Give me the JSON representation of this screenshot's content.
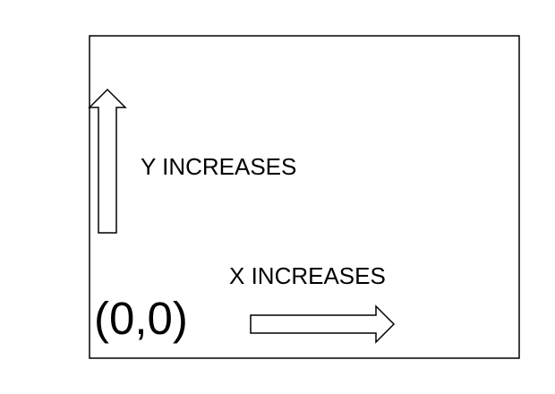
{
  "labels": {
    "y_axis": "Y INCREASES",
    "x_axis": "X INCREASES",
    "origin": "(0,0)"
  },
  "colors": {
    "stroke": "#000000",
    "fill": "#ffffff",
    "background": "#ffffff"
  }
}
